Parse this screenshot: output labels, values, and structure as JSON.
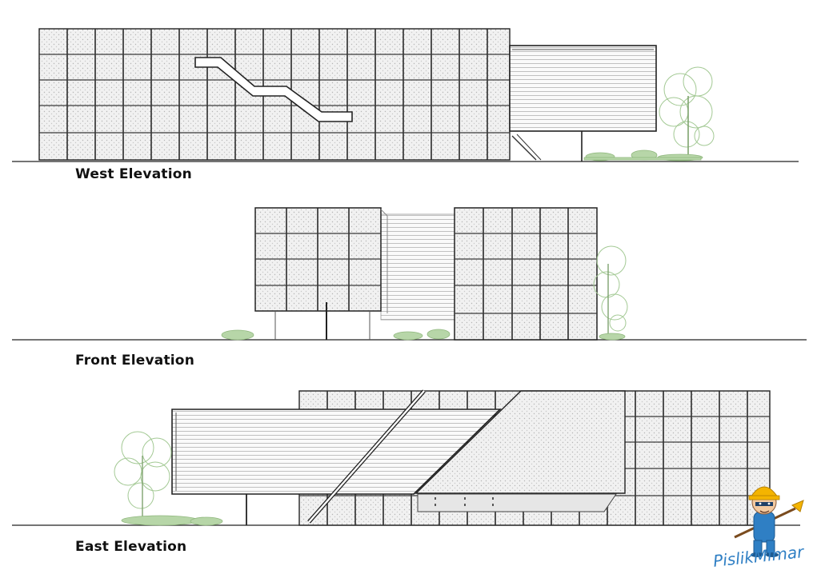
{
  "elevations": {
    "west": "West Elevation",
    "front": "Front Elevation",
    "east": "East Elevation"
  },
  "watermark": {
    "text": "PislikMimar",
    "icon": "mascot-worker-icon"
  },
  "colors": {
    "line": "#2b2b2b",
    "panel_fill": "#eeeeee",
    "louver": "#b8b8b8",
    "vegetation": "#9cc58a",
    "watermark": "#2f7fc4",
    "helmet": "#f4b400"
  }
}
